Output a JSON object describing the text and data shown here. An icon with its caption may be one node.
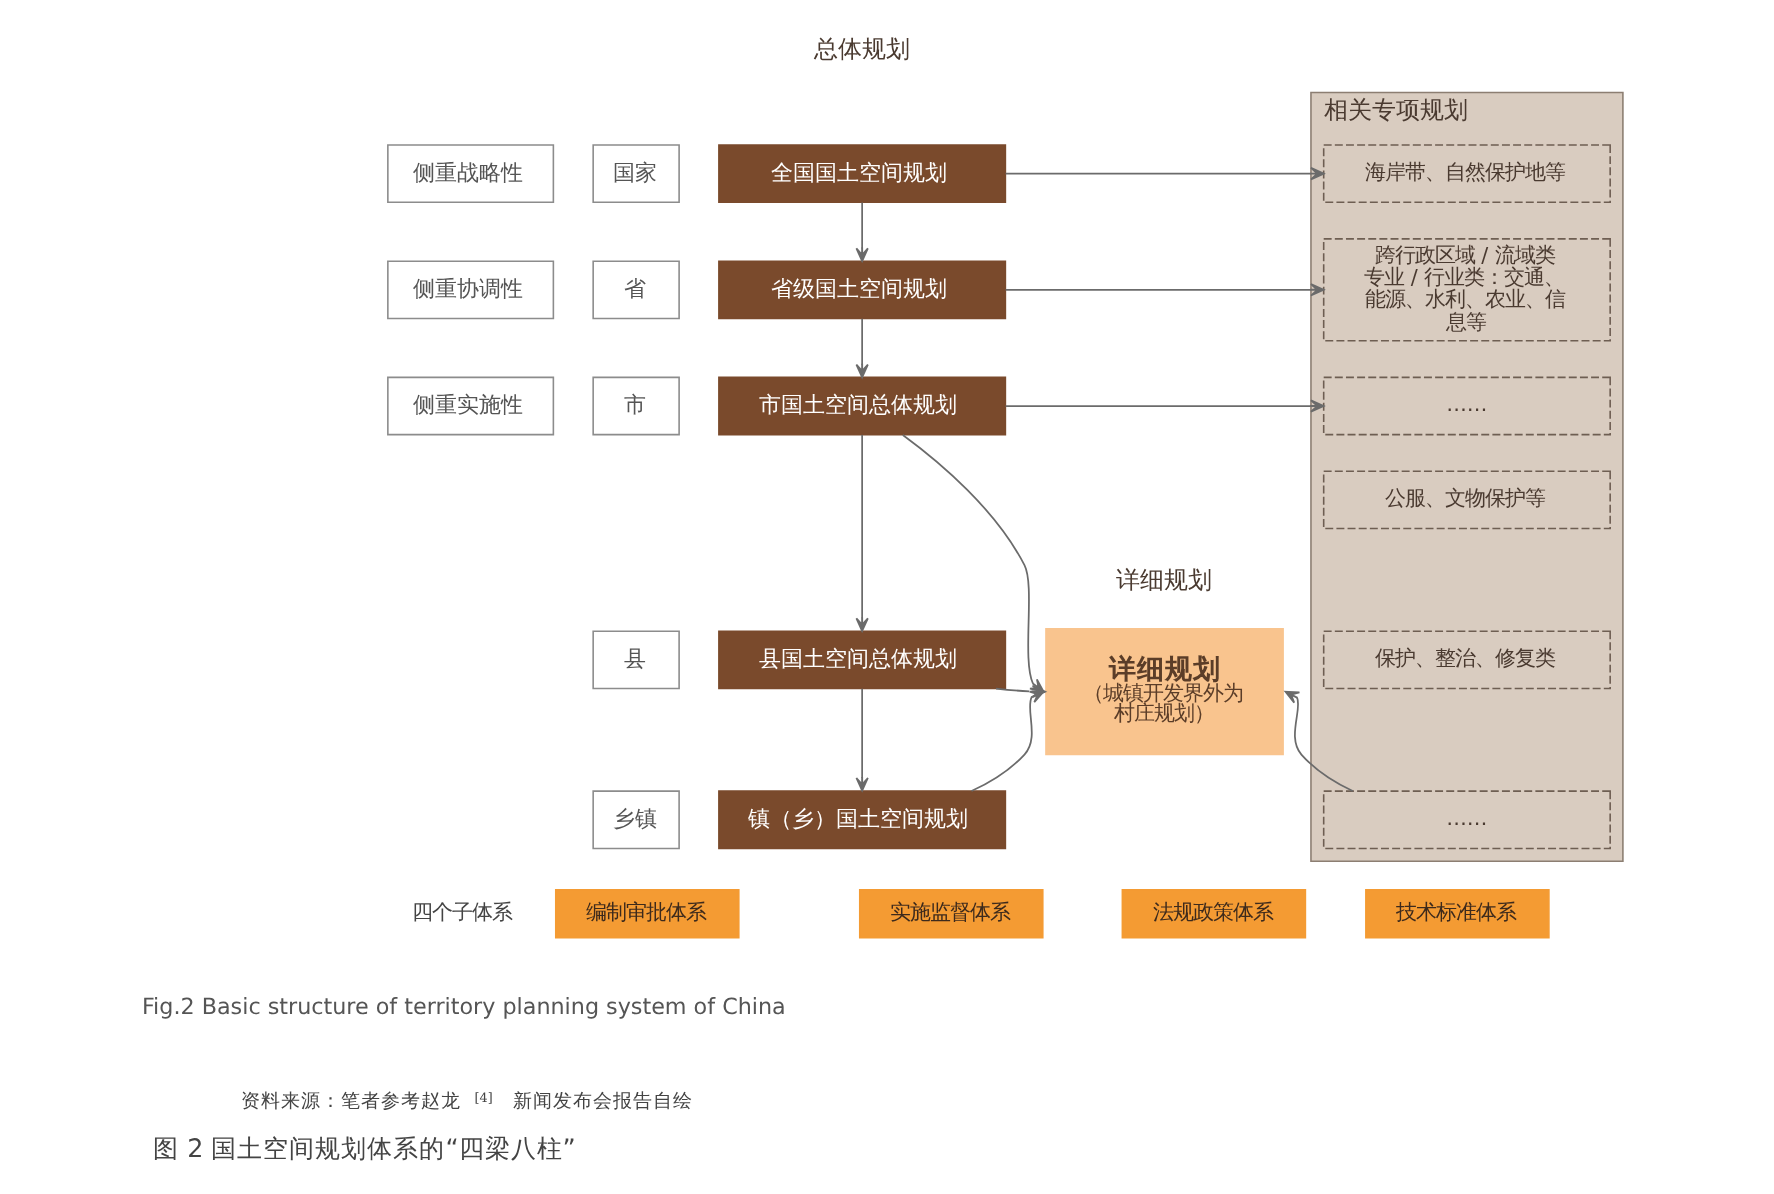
{
  "diagram": {
    "caption": "图 2 国土空间规划体系的“四梁八柱”",
    "nodes": [
      {
        "text": [
          "侧重战略性"
        ]
      },
      {
        "text": [
          "国家"
        ]
      },
      {
        "text": [
          "全国国土空间规划"
        ]
      },
      {
        "text": [
          "侧重协调性"
        ]
      },
      {
        "text": [
          "省"
        ]
      },
      {
        "text": [
          "省级国土空间规划"
        ]
      },
      {
        "text": [
          "侧重实施性"
        ]
      },
      {
        "text": [
          "市"
        ]
      },
      {
        "text": [
          "市国土空间总体规划"
        ]
      },
      {
        "text": [
          "县"
        ]
      },
      {
        "text": [
          "县国土空间总体规划"
        ]
      },
      {
        "text": [
          "乡镇"
        ]
      },
      {
        "text": [
          "镇（乡）国土空间规划"
        ]
      },
      {
        "text": [
          "详细规划",
          "详细规划",
          "（城镇开发界外为村庄规划）"
        ]
      },
      {
        "text": [
          "相关专项规划"
        ]
      },
      {
        "text": [
          "海岸带、自然保护地等"
        ],
        "in": 14
      },
      {
        "text": [
          "跨行政区域 / 流域类",
          "专业 / 行业类：交通、能源、水利、农业、信息等"
        ],
        "in": 14
      },
      {
        "text": [
          "……"
        ],
        "in": 14
      },
      {
        "text": [
          "公服、文物保护等"
        ],
        "in": 14
      },
      {
        "text": [
          "保护、整治、修复类"
        ],
        "in": 14
      },
      {
        "text": [
          "……"
        ],
        "in": 14
      },
      {
        "text": [
          "编制审批体系"
        ]
      },
      {
        "text": [
          "实施监督体系"
        ]
      },
      {
        "text": [
          "法规政策体系"
        ]
      },
      {
        "text": [
          "技术标准体系"
        ]
      }
    ],
    "edges": [
      {
        "from": 2,
        "to": 5,
        "arrow": "to"
      },
      {
        "from": 5,
        "to": 8,
        "arrow": "to"
      },
      {
        "from": 8,
        "to": 10,
        "arrow": "to"
      },
      {
        "from": 10,
        "to": 12,
        "arrow": "to"
      },
      {
        "from": 2,
        "to": 15,
        "arrow": "to"
      },
      {
        "from": 5,
        "to": 16,
        "arrow": "to"
      },
      {
        "from": 8,
        "to": 17,
        "arrow": "to"
      },
      {
        "from": 8,
        "to": 13,
        "arrow": "to"
      },
      {
        "from": 10,
        "to": 13,
        "arrow": "to"
      },
      {
        "from": 12,
        "to": 13,
        "arrow": "to"
      },
      {
        "from": 20,
        "to": 13,
        "arrow": "to"
      }
    ],
    "labels": [
      "总体规划",
      "四个子体系",
      "Fig.2 Basic structure of territory planning system of China",
      "资料来源：笔者参考赵龙$^{[4]}$新闻发布会报告自绘"
    ]
  }
}
